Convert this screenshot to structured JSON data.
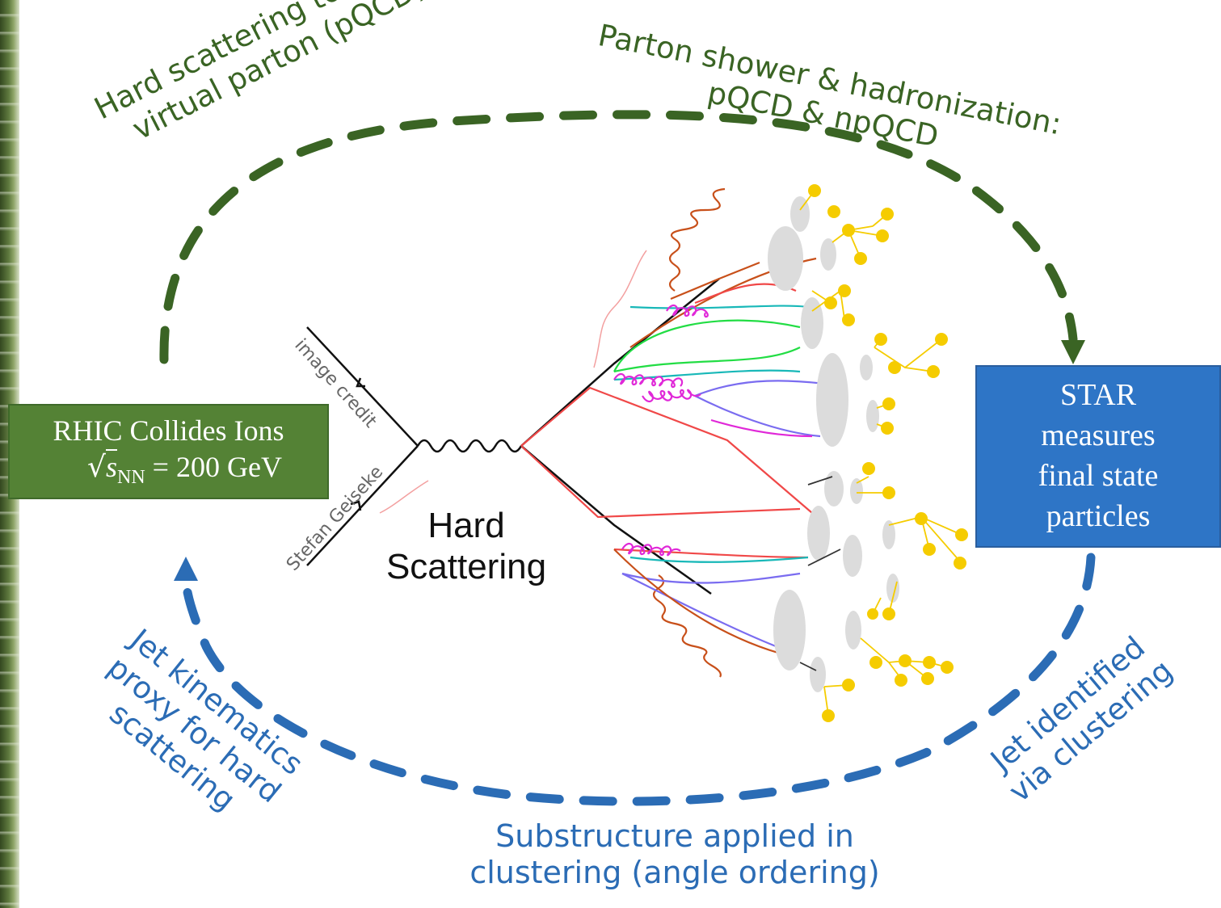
{
  "captions": {
    "hard_scattering_line1": "Hard scattering to highly",
    "hard_scattering_line2": "virtual parton (pQCD)",
    "parton_shower_line1": "Parton shower & hadronization:",
    "parton_shower_line2": "pQCD & npQCD",
    "jet_kinematics_line1": "Jet kinematics",
    "jet_kinematics_line2": "proxy for hard",
    "jet_kinematics_line3": "scattering",
    "jet_identified_line1": "Jet identified",
    "jet_identified_line2": "via clustering",
    "substructure_line1": "Substructure applied in",
    "substructure_line2": "clustering (angle ordering)"
  },
  "rhic_box": {
    "line1": "RHIC Collides Ions",
    "sqrt_s": "s",
    "subscript": "NN",
    "energy": " = 200 GeV",
    "color": "#548235"
  },
  "star_box": {
    "line1": "STAR",
    "line2": "measures",
    "line3": "final state",
    "line4": "particles",
    "color": "#2e75c6"
  },
  "diagram": {
    "center_label_line1": "Hard",
    "center_label_line2": "Scattering",
    "credit_line1": "image credit",
    "credit_line2": "Stefan Geiseke"
  },
  "colors": {
    "green_arrow": "#3a6424",
    "blue_arrow": "#2b6cb5",
    "hadron": "#dcdcdc",
    "final_particle": "#f5cc00",
    "gluon": "#e028d8",
    "quark_cyan": "#18b8b8",
    "quark_green": "#22dd44",
    "quark_purple": "#7a6cf0",
    "quark_red": "#f04848",
    "photon": "#c8501a"
  }
}
